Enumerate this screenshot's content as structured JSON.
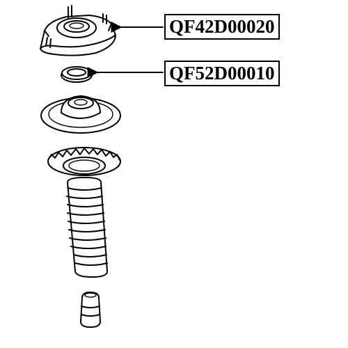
{
  "labels": [
    {
      "text": "QF42D00020",
      "part": "strut-mount"
    },
    {
      "text": "QF52D00010",
      "part": "bearing"
    }
  ],
  "colors": {
    "line": "#000000",
    "background": "#ffffff"
  }
}
